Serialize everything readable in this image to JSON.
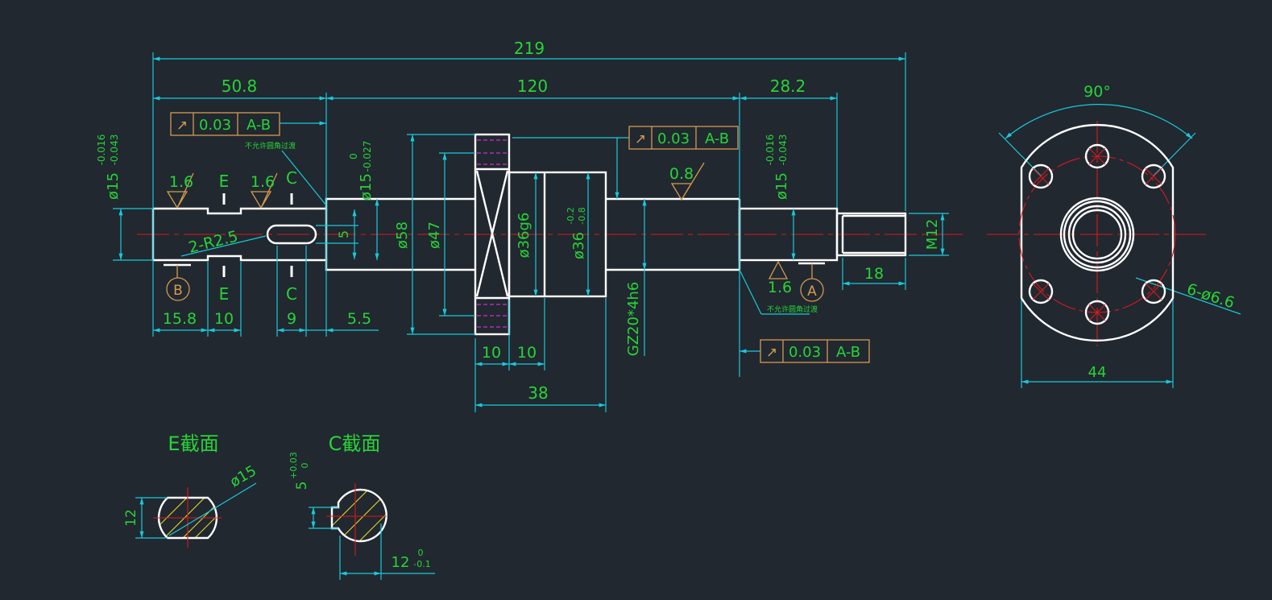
{
  "dimensions": {
    "overall_length": "219",
    "left_length": "50.8",
    "middle_length": "120",
    "right_length": "28.2",
    "flange_angle": "90°",
    "flange_width": "44",
    "flange_holes": "6-ø6.6",
    "nut_length": "38",
    "flange_thk_1": "10",
    "flange_thk_2": "10",
    "len_15_8": "15.8",
    "len_10": "10",
    "len_9": "9",
    "len_5_5": "5.5",
    "len_18": "18",
    "dia_58": "ø58",
    "dia_47": "ø47",
    "dia_36g6": "ø36g6",
    "dia_36": "ø36",
    "dia_36_tol_up": "-0.2",
    "dia_36_tol_low": "-0.8",
    "dia_15_left": "ø15",
    "dia_15_left_tol_up": "-0.016",
    "dia_15_left_tol_low": "-0.043",
    "dia_15_mid": "ø15",
    "dia_15_mid_tol_up": "0",
    "dia_15_mid_tol_low": "-0.027",
    "dia_15_right": "ø15",
    "dia_15_right_tol_up": "-0.016",
    "dia_15_right_tol_low": "-0.043",
    "thread": "M12",
    "screw_spec": "GZ20*4h6",
    "keyway_radius": "2-R2.5",
    "keyway_width": "5",
    "section_e_dia": "ø15",
    "section_e_flat": "12",
    "section_c_slot": "5",
    "section_c_slot_tol_up": "+0.03",
    "section_c_slot_tol_low": "0",
    "section_c_depth": "12",
    "section_c_depth_tol_up": "0",
    "section_c_depth_tol_low": "-0.1"
  },
  "roughness": {
    "r1": "1.6",
    "r2": "1.6",
    "r3": "0.8",
    "r4": "1.6"
  },
  "tolerance_frames": [
    {
      "symbol": "↗",
      "value": "0.03",
      "datum": "A-B"
    },
    {
      "symbol": "↗",
      "value": "0.03",
      "datum": "A-B"
    },
    {
      "symbol": "↗",
      "value": "0.03",
      "datum": "A-B"
    }
  ],
  "datums": {
    "a": "A",
    "b": "B"
  },
  "section_marks": {
    "e": "E",
    "c": "C"
  },
  "notes": {
    "no_fillet_1": "不允许圆角过渡",
    "no_fillet_2": "不允许圆角过渡"
  },
  "sections": {
    "e_title": "E截面",
    "c_title": "C截面"
  },
  "colors": {
    "background": "#212830",
    "dimension_text": "#27d437",
    "dimension_lines": "#1ac9d9",
    "outline": "#ffffff",
    "center_lines": "#e01818",
    "hidden": "#d22ad2",
    "frames": "#d59a4e",
    "hatch": "#e3d42c"
  }
}
